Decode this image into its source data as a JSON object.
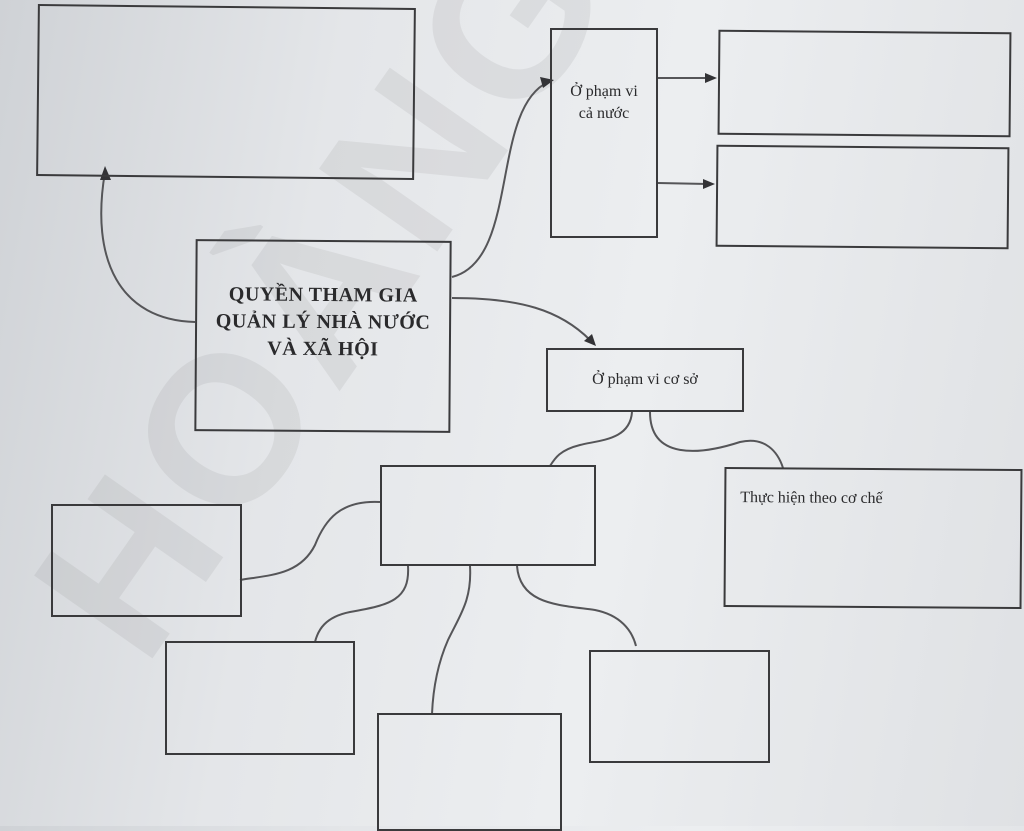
{
  "diagram": {
    "central_topic": "QUYỀN THAM GIA QUẢN LÝ NHÀ NƯỚC VÀ XÃ HỘI",
    "national_scope": {
      "label": "Ở phạm vi cả nước"
    },
    "grassroots_scope": {
      "label": "Ở phạm vi cơ sở"
    },
    "mechanism": {
      "label": "Thực hiện theo cơ chế"
    },
    "watermark": "HOÀNG DIỆU"
  }
}
